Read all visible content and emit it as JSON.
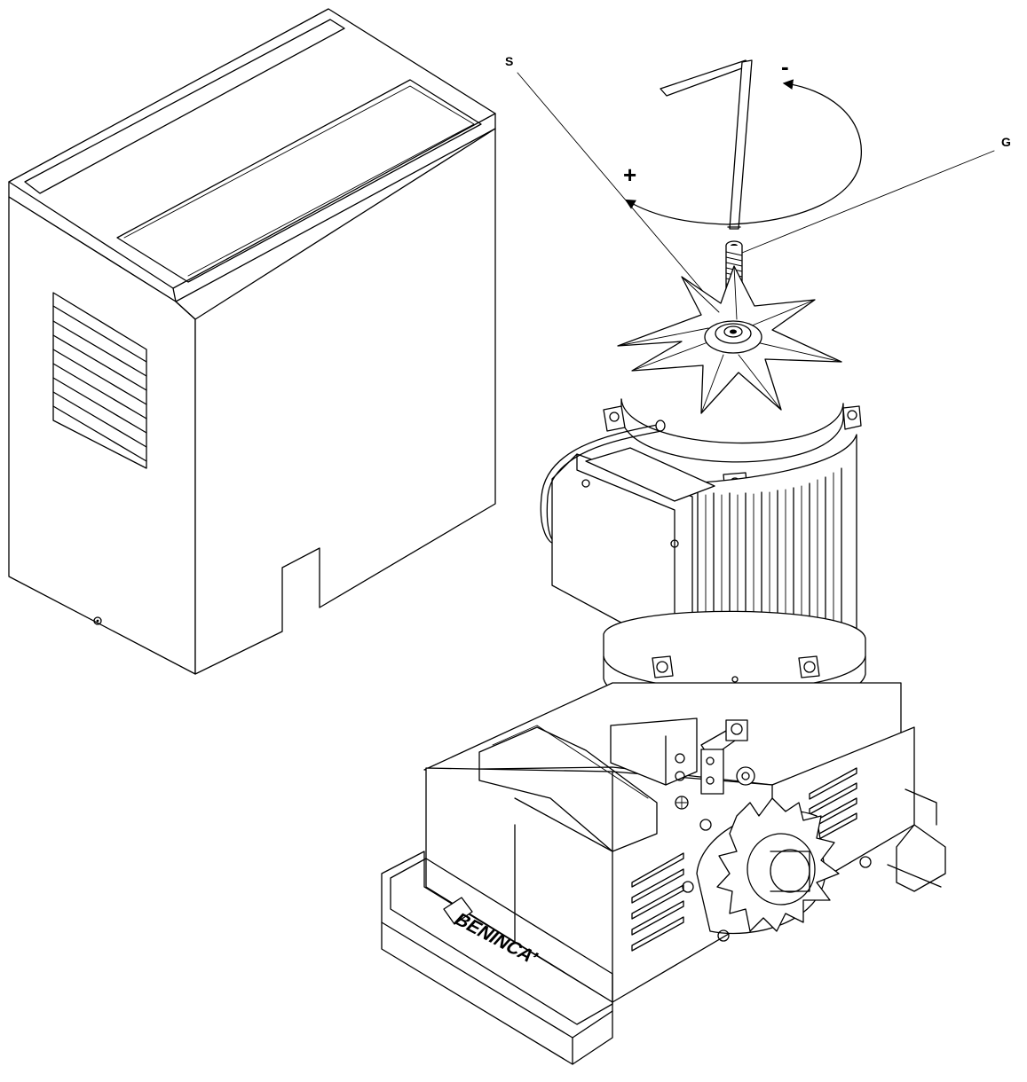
{
  "labels": {
    "s": "S",
    "g": "G",
    "minus": "-",
    "plus": "+"
  },
  "brand": "BENINCA’",
  "icons": {
    "allen_key": "allen-key-icon",
    "rotation": "rotation-arrow-icon"
  },
  "colors": {
    "ink": "#000000",
    "paper": "#ffffff"
  }
}
